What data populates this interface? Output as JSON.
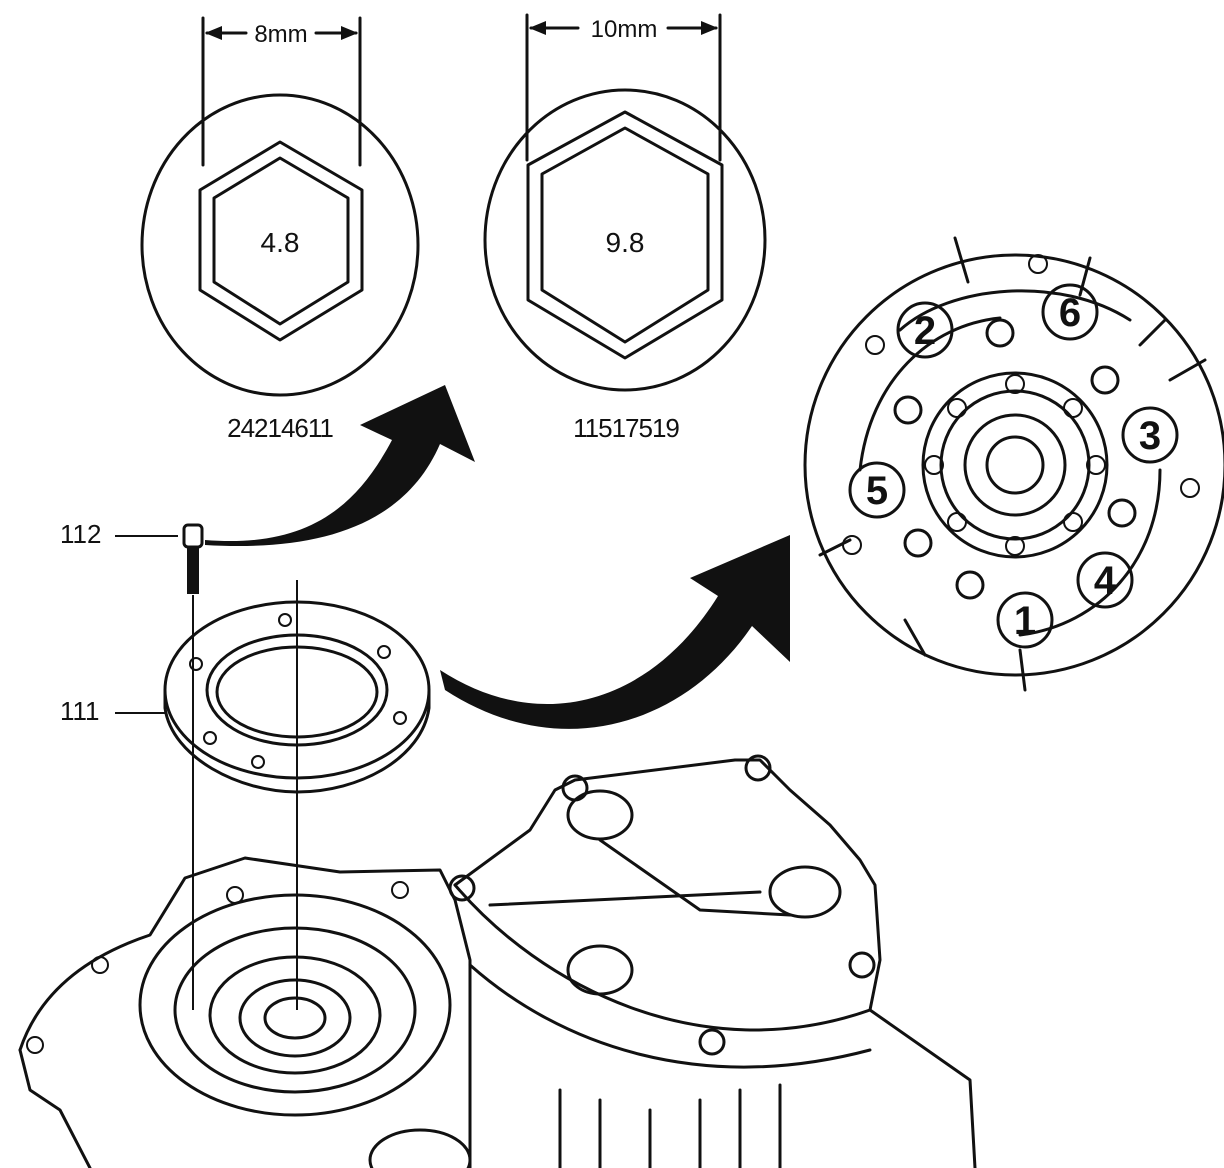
{
  "sockets": [
    {
      "dimension": "8mm",
      "grade": "4.8",
      "part_number": "24214611"
    },
    {
      "dimension": "10mm",
      "grade": "9.8",
      "part_number": "11517519"
    }
  ],
  "callouts": [
    {
      "number": "112"
    },
    {
      "number": "111"
    }
  ],
  "tightening_sequence": [
    "1",
    "2",
    "3",
    "4",
    "5",
    "6"
  ]
}
